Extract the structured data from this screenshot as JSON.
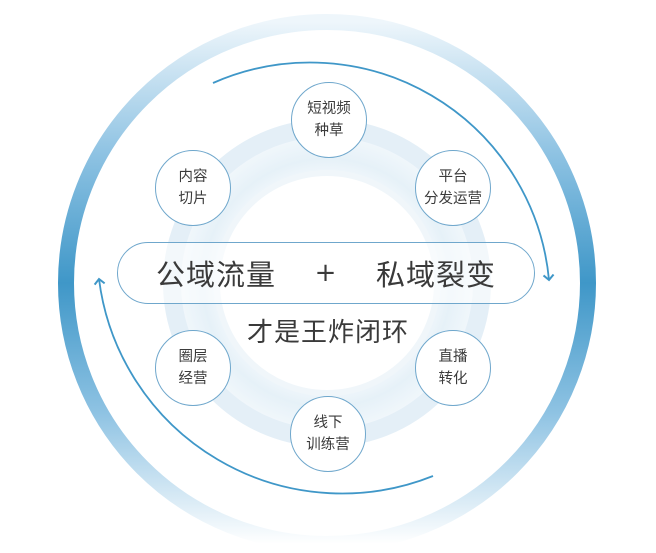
{
  "colors": {
    "ring": "#3f97c8",
    "arrow": "#3f97c8",
    "node_border": "#6fa7cc",
    "text": "#3a3a3a"
  },
  "center": {
    "left": "公域流量",
    "plus": "+",
    "right": "私域裂变",
    "subtitle": "才是王炸闭环"
  },
  "nodes": [
    {
      "id": "short-video",
      "label": "短视频\n种草"
    },
    {
      "id": "platform",
      "label": "平台\n分发运营"
    },
    {
      "id": "live",
      "label": "直播\n转化"
    },
    {
      "id": "offline",
      "label": "线下\n训练营"
    },
    {
      "id": "circle",
      "label": "圈层\n经营"
    },
    {
      "id": "content",
      "label": "内容\n切片"
    }
  ],
  "icons": {
    "top_arrow": "arrow-clockwise-icon",
    "bottom_arrow": "arrow-up-icon"
  }
}
